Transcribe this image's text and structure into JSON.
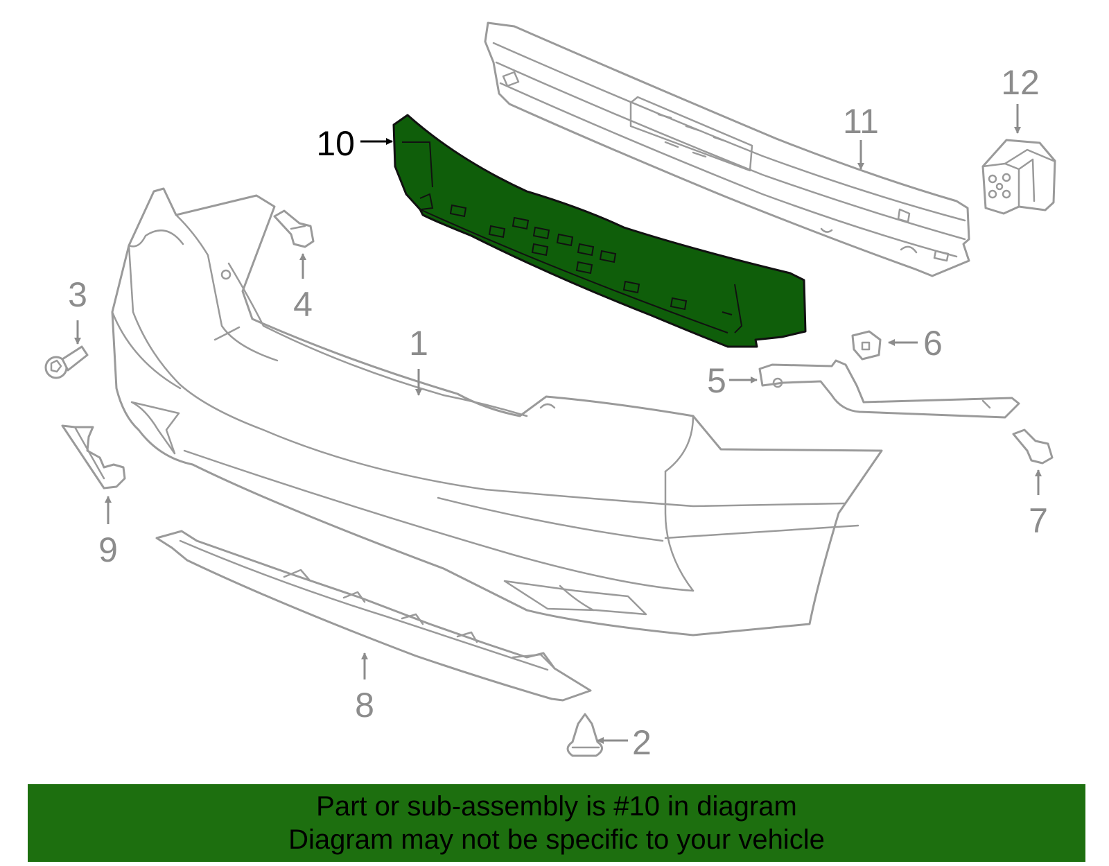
{
  "colors": {
    "highlight": "#0f5e0a",
    "banner": "#1d6f0f",
    "outline": "#9a9a9a",
    "callout_text": "#8c8c8c",
    "active_text": "#000000"
  },
  "highlighted_part": "10",
  "callouts": {
    "c1": "1",
    "c2": "2",
    "c3": "3",
    "c4": "4",
    "c5": "5",
    "c6": "6",
    "c7": "7",
    "c8": "8",
    "c9": "9",
    "c10": "10",
    "c11": "11",
    "c12": "12"
  },
  "banner": {
    "line1": "Part or sub-assembly is #10 in diagram",
    "line2": "Diagram may not be specific to your vehicle"
  }
}
